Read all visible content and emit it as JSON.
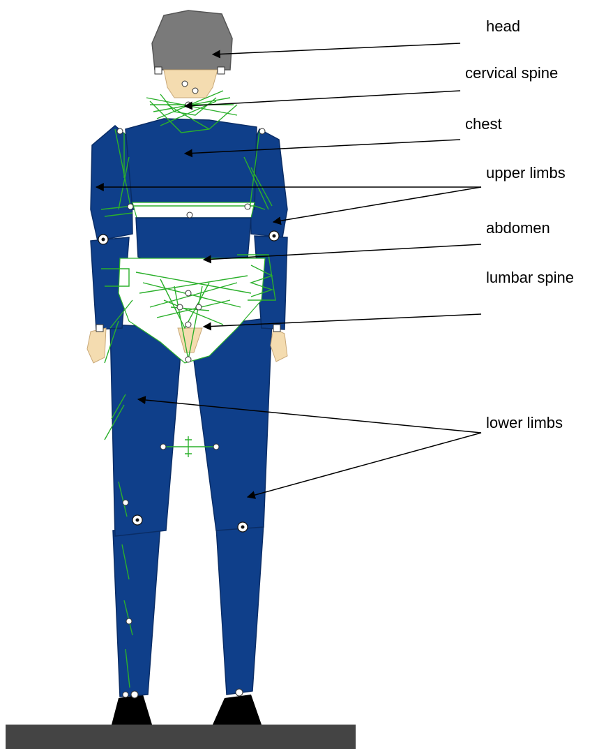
{
  "labels": {
    "head": "head",
    "cervical_spine": "cervical spine",
    "chest": "chest",
    "upper_limbs": "upper limbs",
    "abdomen": "abdomen",
    "lumbar_spine": "lumbar spine",
    "lower_limbs": "lower limbs"
  },
  "colors": {
    "body": "#0f3f8a",
    "head": "#7a7a7a",
    "springs": "#2bb02b",
    "floor": "#444444"
  }
}
